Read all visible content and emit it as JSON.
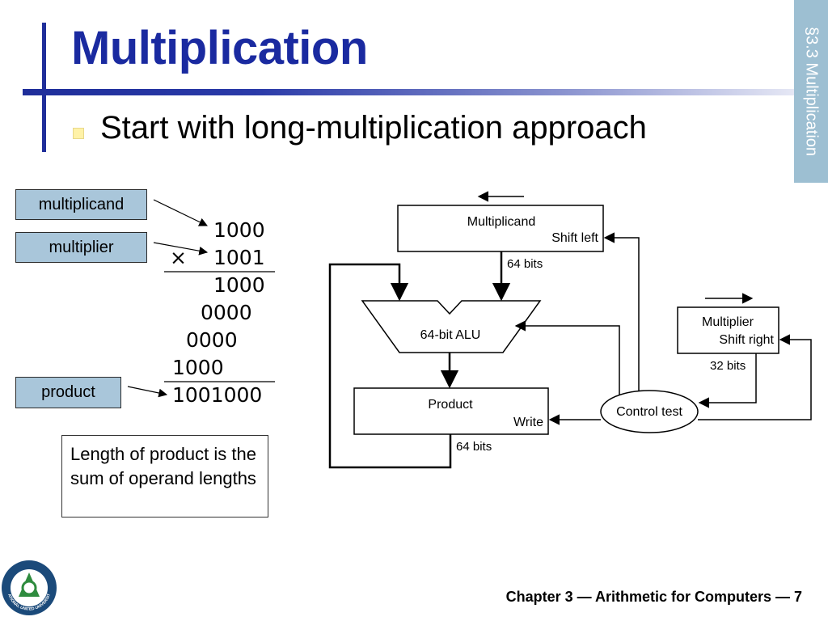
{
  "slide": {
    "title": "Multiplication",
    "side_tab": "§3.3 Multiplication",
    "bullet": "Start with long-multiplication approach",
    "footer": "Chapter 3 — Arithmetic for Computers — 7"
  },
  "labels": {
    "multiplicand": "multiplicand",
    "multiplier": "multiplier",
    "product": "product"
  },
  "long_mult": {
    "multiplicand": "1000",
    "times_sign": "×",
    "multiplier": "1001",
    "partial_1": "1000",
    "partial_2": "0000",
    "partial_3": "0000",
    "partial_4": "1000",
    "result": "1001000"
  },
  "note": "Length of product is the sum of operand lengths",
  "diagram": {
    "multiplicand_reg": "Multiplicand",
    "multiplicand_op": "Shift left",
    "alu": "64-bit ALU",
    "product_reg": "Product",
    "product_op": "Write",
    "multiplier_reg": "Multiplier",
    "multiplier_op": "Shift right",
    "control": "Control test",
    "width_multiplicand": "64 bits",
    "width_product": "64 bits",
    "width_multiplier": "32 bits"
  },
  "colors": {
    "title": "#1a2aa0",
    "bar": "#1f2e9a",
    "label_fill": "#a9c6da",
    "side_tab": "#9dbfd2",
    "bullet": "#fff2a8"
  },
  "logo": {
    "text": "NATIONAL UNITED UNIVERSITY"
  }
}
